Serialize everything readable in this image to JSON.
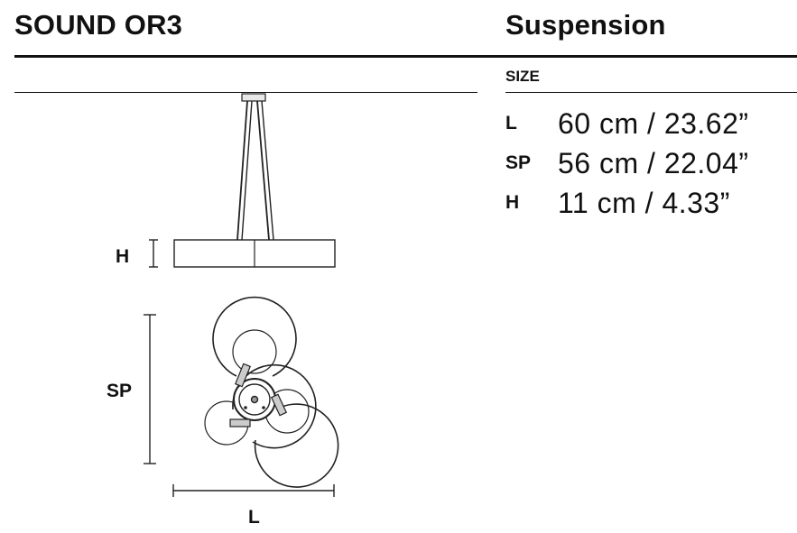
{
  "header": {
    "product": "SOUND OR3",
    "category": "Suspension"
  },
  "size": {
    "heading": "SIZE",
    "rows": [
      {
        "key": "L",
        "value": "60 cm / 23.62”"
      },
      {
        "key": "SP",
        "value": "56 cm / 22.04”"
      },
      {
        "key": "H",
        "value": "11 cm / 4.33”"
      }
    ]
  },
  "drawing": {
    "labels": {
      "h": "H",
      "sp": "SP",
      "l": "L"
    }
  }
}
